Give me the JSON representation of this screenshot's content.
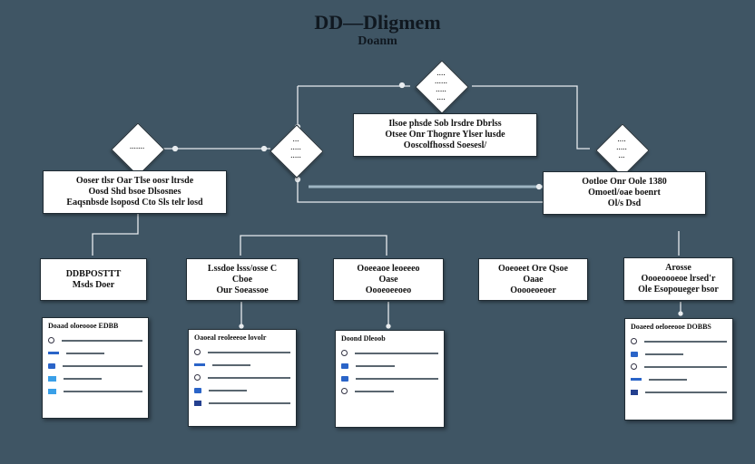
{
  "header": {
    "title": "DD—Dligmem",
    "subtitle": "Doanm"
  },
  "diamonds": {
    "top": [
      "····",
      "······",
      "·····",
      "····"
    ],
    "left": [
      "·······"
    ],
    "center": [
      "···",
      "·····",
      "·····"
    ],
    "right": [
      "····",
      "·····",
      "···"
    ]
  },
  "boxes": {
    "center_note": [
      "Ilsoe phsde Sob lrsdre Dbrlss",
      "Otsee Onr Thognre Ylser lusde",
      "Ooscolfhossd Soesesl/"
    ],
    "left_main": [
      "Ooser tlsr  Oar Tlse oosr ltrsde",
      "Oosd Shd bsoe Dlsosnes",
      "Eaqsnbsde lsoposd Cto Sls telr losd"
    ],
    "right_main": [
      "Ootloe Onr Oole 1380",
      "Omoetl/oae boenrt",
      "Ol/s Dsd"
    ],
    "level1": [
      [
        "DDBPOSTTT",
        "Msds Doer"
      ],
      [
        "Lssdoe lsss/osse C",
        "Cboe",
        "Our Soeassoe"
      ],
      [
        "Ooeeaoe leoeeeo",
        "Oase",
        "Oooeoeeoeo"
      ],
      [
        "Ooeoeet Ore Qsoe",
        "Oaae",
        "Ooooeoeoer"
      ],
      [
        "Arosse",
        "Oooeoooeoe lrsed'r",
        "Ole Esopoueger bsor"
      ]
    ]
  },
  "cards": [
    {
      "title": "Doaad oloeoooe EDBB",
      "icons": [
        "circle",
        "bar",
        "sq",
        "light",
        "light"
      ]
    },
    {
      "title": "Oaoeal reoleeeoe lovolr",
      "icons": [
        "circle",
        "bar",
        "circle",
        "sq",
        "dark"
      ]
    },
    {
      "title": "Doond Dleoob",
      "icons": [
        "circle",
        "sq",
        "sq",
        "circle"
      ]
    },
    {
      "title": "Doaeed oeloeeooe DOBBS",
      "icons": [
        "circle",
        "sq",
        "circle",
        "bar",
        "dark"
      ]
    }
  ],
  "colors": {
    "background": "#3f5564",
    "accent": "#2a64c8",
    "accent_light": "#3aa0e8",
    "connector": "#e8ecef"
  }
}
